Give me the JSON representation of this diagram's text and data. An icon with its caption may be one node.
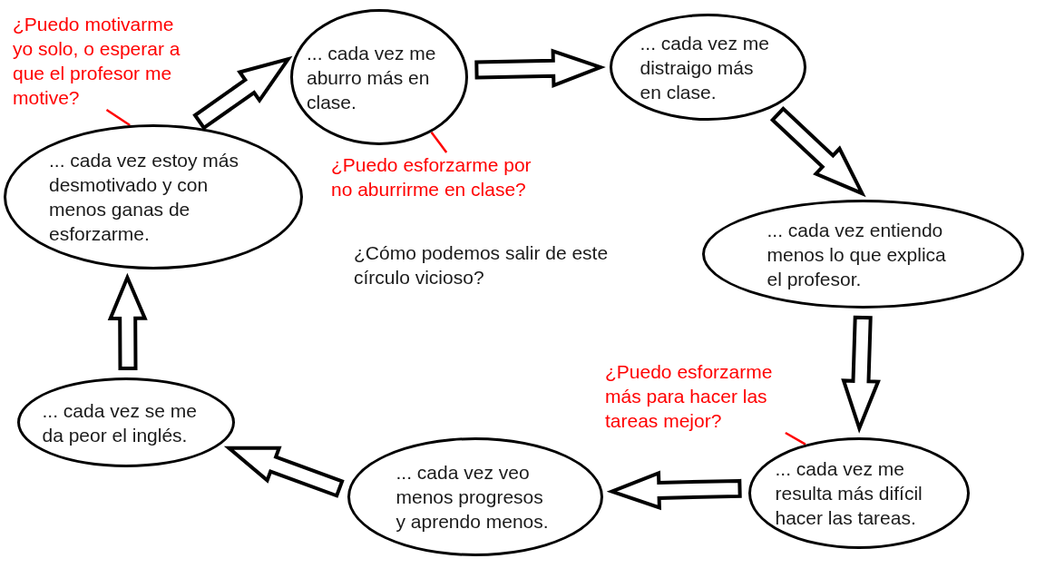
{
  "diagram": {
    "nodes": [
      {
        "text": [
          "... cada vez me aburro más en clase."
        ]
      },
      {
        "text": [
          "... cada vez me distraigo más en clase."
        ]
      },
      {
        "text": [
          "... cada vez entiendo menos lo que explica el profesor."
        ]
      },
      {
        "text": [
          "... cada vez me resulta más difícil hacer las tareas."
        ]
      },
      {
        "text": [
          "... cada vez veo menos progresos y aprendo menos."
        ]
      },
      {
        "text": [
          "... cada vez se me da peor el inglés."
        ]
      },
      {
        "text": [
          "... cada vez estoy más desmotivado y con menos ganas de esforzarme."
        ]
      },
      {
        "text": [
          "¿Puedo motivarme yo solo, o esperar a que el profesor me motive?"
        ]
      },
      {
        "text": [
          "¿Puedo esforzarme por no aburrirme en clase?"
        ]
      },
      {
        "text": [
          "¿Puedo esforzarme más para hacer las tareas mejor?"
        ]
      }
    ],
    "edges": [
      {
        "from": 0,
        "to": 1,
        "arrow": "to",
        "style": "thick"
      },
      {
        "from": 1,
        "to": 2,
        "arrow": "to",
        "style": "thick"
      },
      {
        "from": 2,
        "to": 3,
        "arrow": "to",
        "style": "thick"
      },
      {
        "from": 3,
        "to": 4,
        "arrow": "to",
        "style": "thick"
      },
      {
        "from": 4,
        "to": 5,
        "arrow": "to",
        "style": "thick"
      },
      {
        "from": 5,
        "to": 6,
        "arrow": "to",
        "style": "thick"
      },
      {
        "from": 6,
        "to": 0,
        "arrow": "to",
        "style": "thick"
      },
      {
        "from": 7,
        "to": 6,
        "arrow": "none",
        "color": "#ff0000"
      },
      {
        "from": 8,
        "to": 0,
        "arrow": "none",
        "color": "#ff0000"
      },
      {
        "from": 9,
        "to": 3,
        "arrow": "none",
        "color": "#ff0000"
      }
    ],
    "labels": [
      "¿Cómo podemos salir de este círculo vicioso?"
    ]
  }
}
